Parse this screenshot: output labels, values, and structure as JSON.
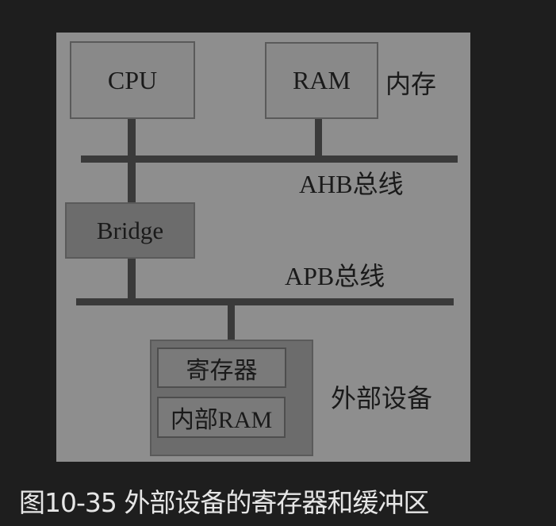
{
  "diagram": {
    "nodes": {
      "cpu": "CPU",
      "ram": "RAM",
      "bridge": "Bridge",
      "register": "寄存器",
      "internal_ram": "内部RAM"
    },
    "labels": {
      "memory": "内存",
      "ahb_bus": "AHB总线",
      "apb_bus": "APB总线",
      "peripheral": "外部设备"
    },
    "colors": {
      "page_background": "#1e1e1e",
      "figure_background": "#8e8e8e",
      "bus": "#3a3a3a"
    }
  },
  "caption": "图10-35 外部设备的寄存器和缓冲区"
}
